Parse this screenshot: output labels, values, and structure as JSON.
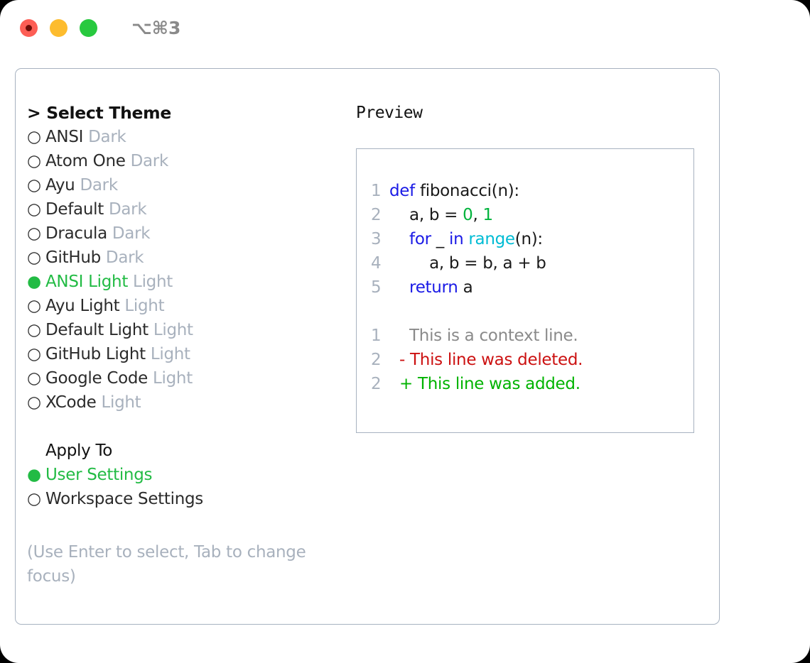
{
  "titlebar": {
    "shortcut": "⌥⌘3",
    "lights": [
      {
        "name": "close",
        "color": "#fd5e55"
      },
      {
        "name": "minimize",
        "color": "#fdbc2e"
      },
      {
        "name": "maximize",
        "color": "#28c93f"
      }
    ]
  },
  "left": {
    "heading": "> Select Theme",
    "themes": [
      {
        "bullet": "○",
        "name": "ANSI",
        "variant": "Dark",
        "selected": false
      },
      {
        "bullet": "○",
        "name": "Atom One",
        "variant": "Dark",
        "selected": false
      },
      {
        "bullet": "○",
        "name": "Ayu",
        "variant": "Dark",
        "selected": false
      },
      {
        "bullet": "○",
        "name": "Default",
        "variant": "Dark",
        "selected": false
      },
      {
        "bullet": "○",
        "name": "Dracula",
        "variant": "Dark",
        "selected": false
      },
      {
        "bullet": "○",
        "name": "GitHub",
        "variant": "Dark",
        "selected": false
      },
      {
        "bullet": "●",
        "name": "ANSI Light",
        "variant": "Light",
        "selected": true
      },
      {
        "bullet": "○",
        "name": "Ayu Light",
        "variant": "Light",
        "selected": false
      },
      {
        "bullet": "○",
        "name": "Default Light",
        "variant": "Light",
        "selected": false
      },
      {
        "bullet": "○",
        "name": "GitHub Light",
        "variant": "Light",
        "selected": false
      },
      {
        "bullet": "○",
        "name": "Google Code",
        "variant": "Light",
        "selected": false
      },
      {
        "bullet": "○",
        "name": "XCode",
        "variant": "Light",
        "selected": false
      }
    ],
    "apply_to_heading": "Apply To",
    "apply_options": [
      {
        "bullet": "●",
        "name": "User Settings",
        "selected": true
      },
      {
        "bullet": "○",
        "name": "Workspace Settings",
        "selected": false
      }
    ],
    "hint": "(Use Enter to select, Tab to change focus)"
  },
  "right": {
    "preview_title": "Preview",
    "code_lines": [
      {
        "num": "1",
        "tokens": [
          {
            "t": "def",
            "c": "kw"
          },
          {
            "t": " fibonacci(n):",
            "c": "txt"
          }
        ]
      },
      {
        "num": "2",
        "tokens": [
          {
            "t": "    a, b = ",
            "c": "txt"
          },
          {
            "t": "0",
            "c": "num"
          },
          {
            "t": ", ",
            "c": "txt"
          },
          {
            "t": "1",
            "c": "num"
          }
        ]
      },
      {
        "num": "3",
        "tokens": [
          {
            "t": "    ",
            "c": "txt"
          },
          {
            "t": "for",
            "c": "kw"
          },
          {
            "t": " _ ",
            "c": "txt"
          },
          {
            "t": "in",
            "c": "kw"
          },
          {
            "t": " ",
            "c": "txt"
          },
          {
            "t": "range",
            "c": "fn"
          },
          {
            "t": "(n):",
            "c": "txt"
          }
        ]
      },
      {
        "num": "4",
        "tokens": [
          {
            "t": "        a, b = b, a + b",
            "c": "txt"
          }
        ]
      },
      {
        "num": "5",
        "tokens": [
          {
            "t": "    ",
            "c": "txt"
          },
          {
            "t": "return",
            "c": "kw"
          },
          {
            "t": " a",
            "c": "txt"
          }
        ]
      }
    ],
    "diff_lines": [
      {
        "num": "1",
        "marker": " ",
        "text": "This is a context line.",
        "kind": "ctx"
      },
      {
        "num": "2",
        "marker": "-",
        "text": "This line was deleted.",
        "kind": "del"
      },
      {
        "num": "2",
        "marker": "+",
        "text": "This line was added.",
        "kind": "add"
      }
    ]
  },
  "colors": {
    "accent_green": "#22bb44",
    "muted": "#a8b1bd",
    "border": "#a7b2c0",
    "keyword": "#1a1ae6",
    "function": "#00bcd4",
    "number": "#00b33c",
    "diff_added": "#00b300",
    "diff_deleted": "#cc1111",
    "diff_context": "#8a8a8a"
  }
}
